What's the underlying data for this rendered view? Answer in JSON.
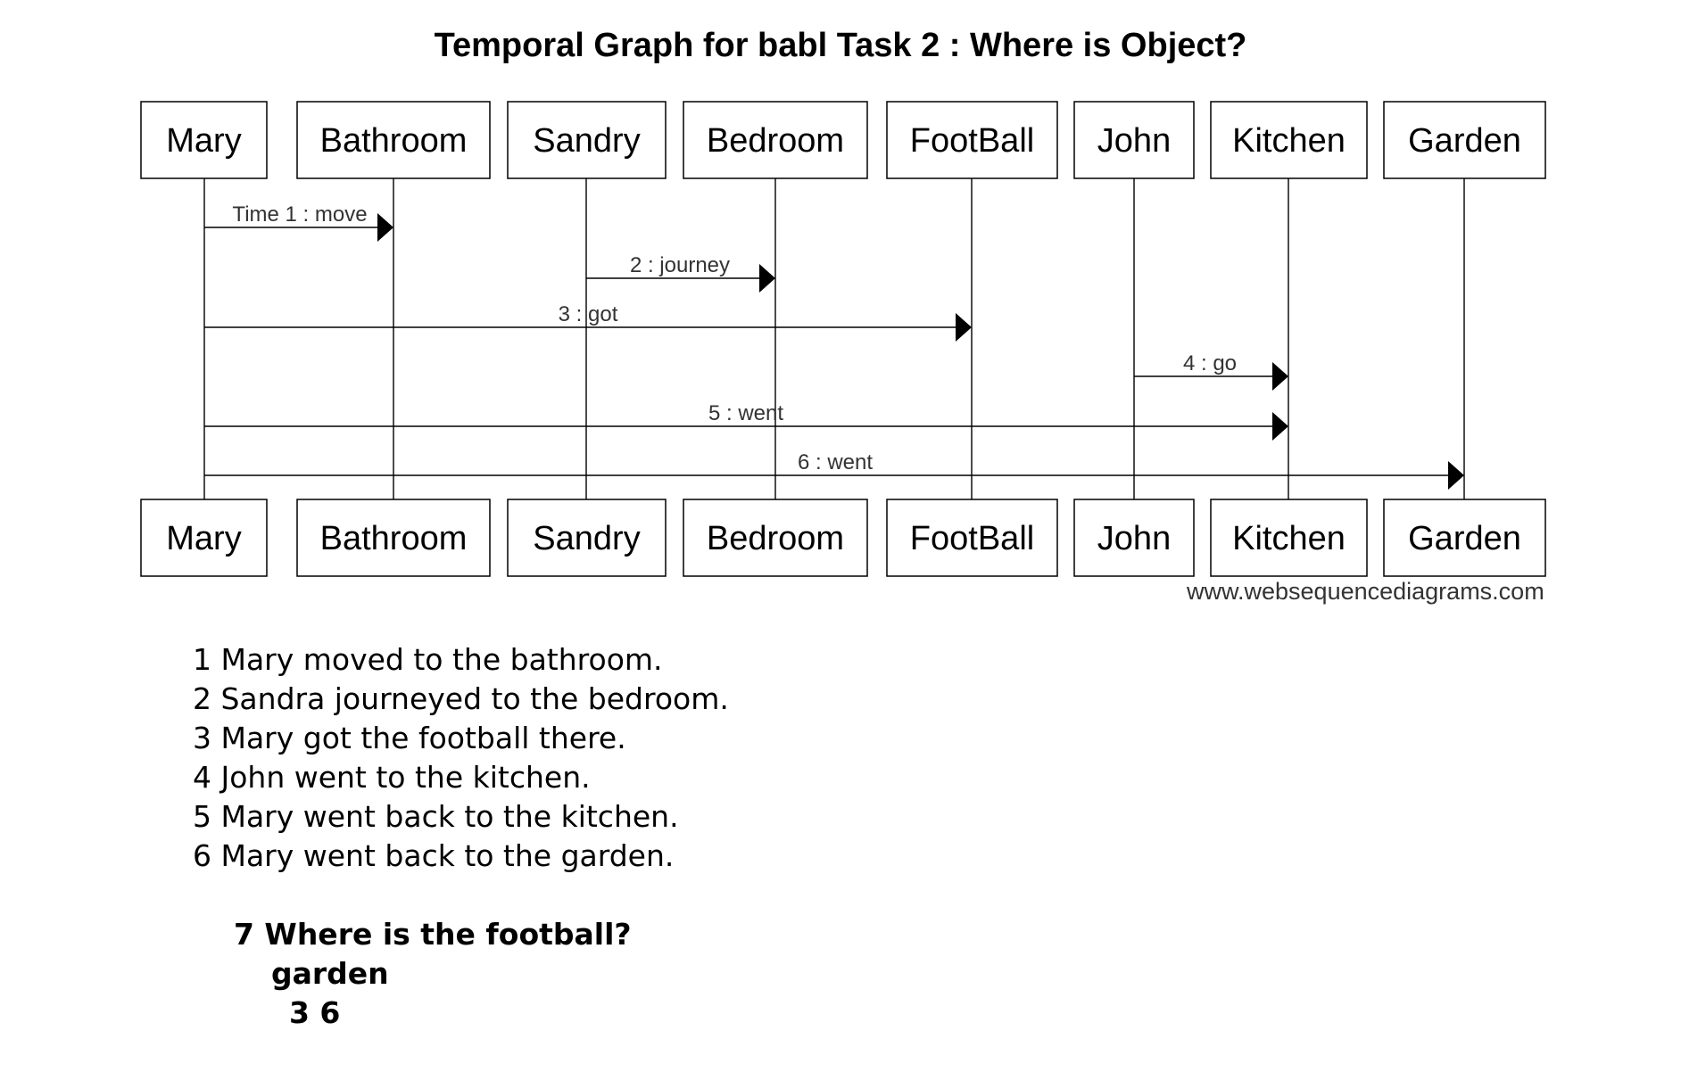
{
  "title": "Temporal Graph for babl Task 2 : Where is Object?",
  "participants": [
    {
      "id": "mary",
      "label": "Mary"
    },
    {
      "id": "bathroom",
      "label": "Bathroom"
    },
    {
      "id": "sandry",
      "label": "Sandry"
    },
    {
      "id": "bedroom",
      "label": "Bedroom"
    },
    {
      "id": "football",
      "label": "FootBall"
    },
    {
      "id": "john",
      "label": "John"
    },
    {
      "id": "kitchen",
      "label": "Kitchen"
    },
    {
      "id": "garden",
      "label": "Garden"
    }
  ],
  "messages": [
    {
      "from": "mary",
      "to": "bathroom",
      "label": "Time 1 : move"
    },
    {
      "from": "sandry",
      "to": "bedroom",
      "label": "2 : journey"
    },
    {
      "from": "mary",
      "to": "football",
      "label": "3 : got"
    },
    {
      "from": "john",
      "to": "kitchen",
      "label": "4 : go"
    },
    {
      "from": "mary",
      "to": "kitchen",
      "label": "5 : went"
    },
    {
      "from": "mary",
      "to": "garden",
      "label": "6 : went"
    }
  ],
  "watermark": "www.websequencediagrams.com",
  "story": {
    "lines": [
      "1 Mary moved to the bathroom.",
      "2 Sandra journeyed to the bedroom.",
      "3 Mary got the football there.",
      "4 John went to the kitchen.",
      "5 Mary went back to the kitchen.",
      "6 Mary went back to the garden."
    ],
    "question": {
      "text": "7 Where is the football?",
      "answer": "garden",
      "supporting": "3 6"
    }
  }
}
